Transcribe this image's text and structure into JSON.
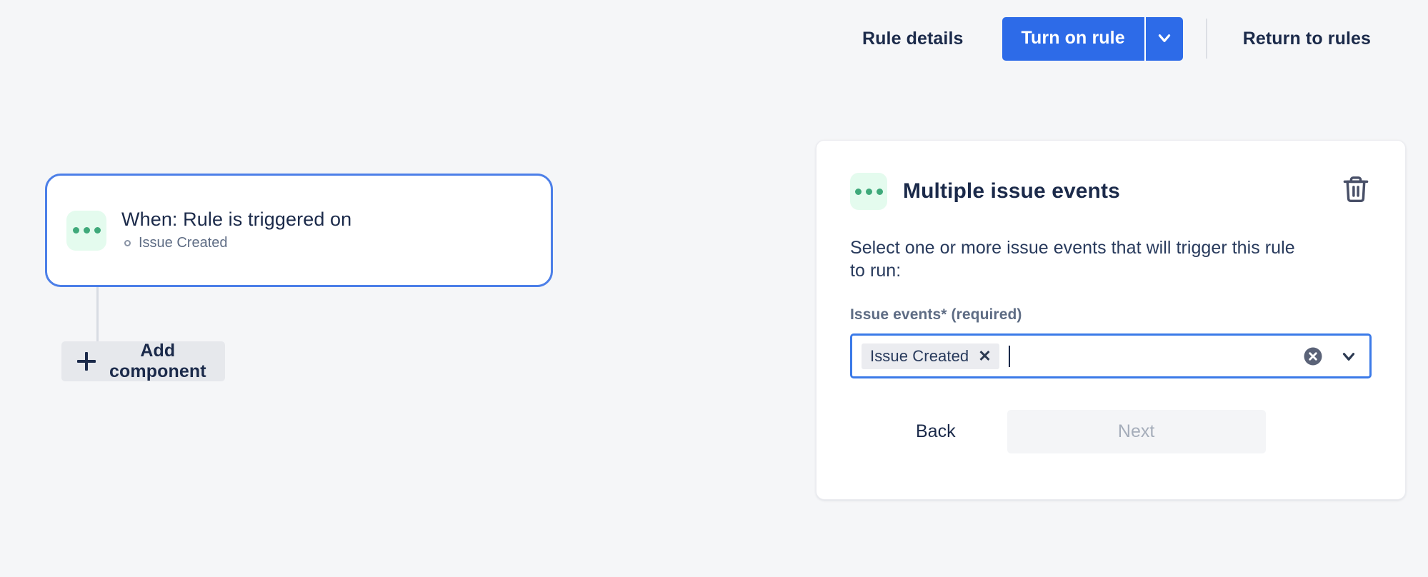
{
  "toolbar": {
    "rule_details_label": "Rule details",
    "turn_on_label": "Turn on rule",
    "turn_on_caret_icon": "chevron-down-icon",
    "return_label": "Return to rules"
  },
  "canvas": {
    "trigger_card": {
      "icon": "three-dots-icon",
      "title": "When: Rule is triggered on",
      "subtitle": "Issue Created"
    },
    "add_component": {
      "icon": "plus-icon",
      "label": "Add component"
    }
  },
  "detail_panel": {
    "icon": "three-dots-icon",
    "title": "Multiple issue events",
    "delete_icon": "trash-icon",
    "description": "Select one or more issue events that will trigger this rule to run:",
    "field": {
      "label": "Issue events",
      "required_marker": "*",
      "required_text": "(required)",
      "chips": [
        {
          "label": "Issue Created",
          "remove_icon": "close-icon"
        }
      ],
      "placeholder": "",
      "value": "",
      "clear_icon": "clear-circle-icon",
      "chevron_icon": "chevron-down-icon"
    },
    "actions": {
      "back_label": "Back",
      "next_label": "Next"
    }
  },
  "colors": {
    "page_background": "#F5F6F8",
    "primary_blue": "#2D6BE8",
    "focus_blue": "#3B7AE8",
    "card_border_blue": "#4C7FE8",
    "icon_mint": "#E4FBEE",
    "icon_green": "#3FA97A",
    "text_dark": "#1B2A4A",
    "text_muted": "#5E6C84",
    "chip_grey": "#EBECF0",
    "disabled_text": "#A5ADBA"
  }
}
